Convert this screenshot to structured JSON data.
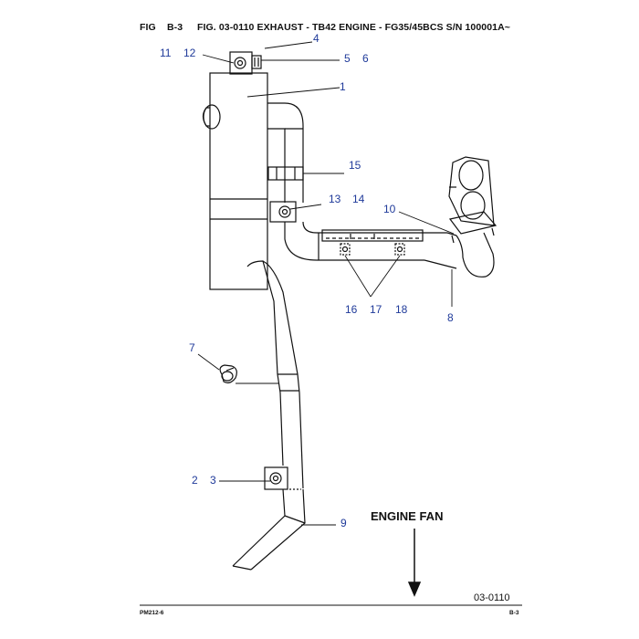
{
  "header": {
    "fig_label": "FIG",
    "fig_number": "B-3",
    "title": "FIG. 03-0110 EXHAUST - TB42 ENGINE - FG35/45BCS S/N 100001A~"
  },
  "callouts": {
    "c1": "1",
    "c2": "2",
    "c3": "3",
    "c4": "4",
    "c5": "5",
    "c6": "6",
    "c7": "7",
    "c8": "8",
    "c9": "9",
    "c10": "10",
    "c11": "11",
    "c12": "12",
    "c13": "13",
    "c14": "14",
    "c15": "15",
    "c16": "16",
    "c17": "17",
    "c18": "18"
  },
  "annotation": {
    "engine_fan": "ENGINE FAN"
  },
  "footer": {
    "figure_code": "03-0110",
    "doc_code": "PM212-6",
    "page": "B-3"
  },
  "colors": {
    "line": "#111111",
    "callout": "#1f3a9a"
  }
}
